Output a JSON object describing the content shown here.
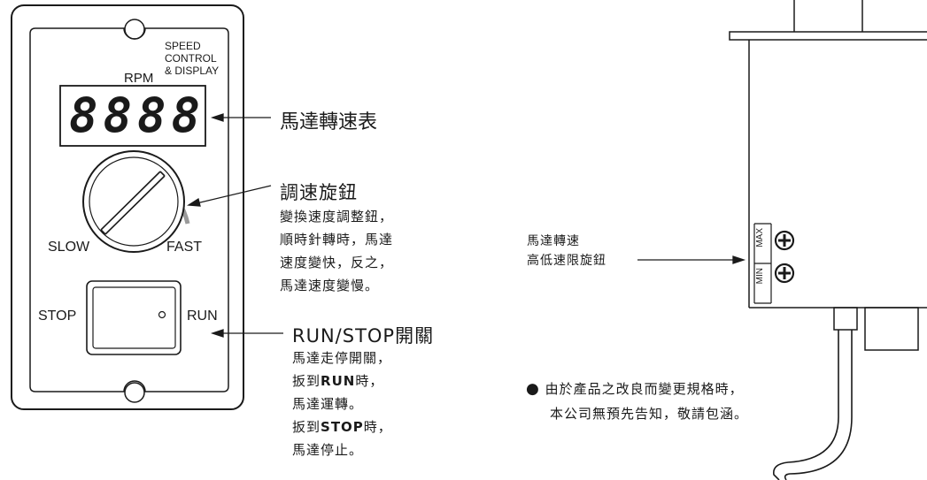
{
  "panel": {
    "title_lines": [
      "SPEED",
      "CONTROL",
      "& DISPLAY"
    ],
    "rpm_label": "RPM",
    "display_value": "8888",
    "slow_label": "SLOW",
    "fast_label": "FAST",
    "stop_label": "STOP",
    "run_label": "RUN"
  },
  "callouts": {
    "tachometer": {
      "title": "馬達轉速表"
    },
    "knob": {
      "title": "調速旋鈕",
      "lines": [
        "變換速度調整鈕，",
        "順時針轉時，馬達",
        "速度變快，反之，",
        "馬達速度變慢。"
      ]
    },
    "switch": {
      "title": "RUN/STOP開關",
      "line1": "馬達走停開關，",
      "line2a": "扳到",
      "line2b": "RUN",
      "line2c": "時，",
      "line3": "馬達運轉。",
      "line4a": "扳到",
      "line4b": "STOP",
      "line4c": "時，",
      "line5": "馬達停止。"
    },
    "limit_knob": {
      "line1": "馬達轉速",
      "line2": "高低速限旋鈕"
    }
  },
  "side": {
    "max_label": "MAX",
    "min_label": "MIN"
  },
  "notice": {
    "bullet": "●",
    "line1": "由於產品之改良而變更規格時，",
    "line2": "本公司無預先告知，敬請包涵。"
  }
}
